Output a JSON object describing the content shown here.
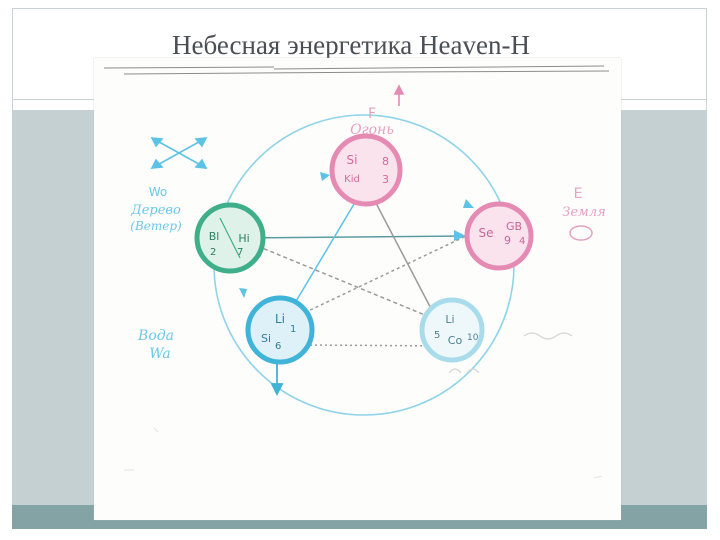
{
  "slide": {
    "title": "Небесная энергетика Heaven-H"
  },
  "diagram": {
    "colors": {
      "fire": "#e58bb3",
      "earth": "#e58bb3",
      "metal": "#8fd0e2",
      "water": "#3fb3d8",
      "wood": "#3fae8a",
      "arrow": "#5ec2e4"
    },
    "nodes": {
      "fire": {
        "cap": "F",
        "word": "Огонь",
        "t1": "Si",
        "t2": "Kid",
        "n1": "8",
        "n2": "3"
      },
      "earth": {
        "cap": "E",
        "word": "Земля",
        "t1": "Se",
        "t2": "GB",
        "n1": "9",
        "n2": "4"
      },
      "metal": {
        "cap": "",
        "word": "",
        "t1": "Li",
        "t2": "Co",
        "n1": "5",
        "n2": "10"
      },
      "water": {
        "cap": "Wa",
        "word": "Вода",
        "t1": "Li",
        "t2": "Si",
        "n1": "1",
        "n2": "6"
      },
      "wood": {
        "cap": "Wo",
        "word": "Дерево",
        "sub": "(Ветер)",
        "t1": "Bl",
        "t2": "Hi",
        "n1": "2",
        "n2": "7"
      }
    }
  }
}
